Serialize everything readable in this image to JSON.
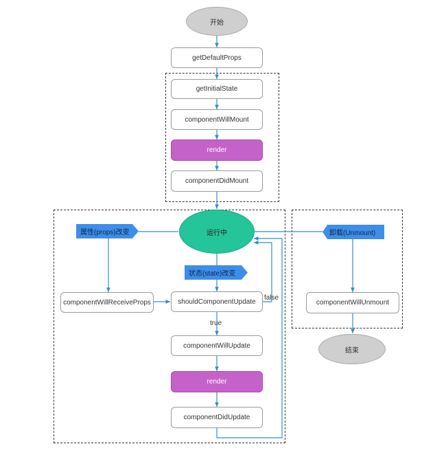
{
  "nodes": {
    "start": "开始",
    "get_default_props": "getDefaultProps",
    "get_initial_state": "getInitialState",
    "component_will_mount": "componentWillMount",
    "render_mount": "render",
    "component_did_mount": "componentDidMount",
    "running": "运行中",
    "props_change": "属性(props)改变",
    "state_change": "状态(state)改变",
    "component_will_receive_props": "componentWillReceiveProps",
    "should_component_update": "shouldComponentUpdate",
    "component_will_update": "componentWillUpdate",
    "render_update": "render",
    "component_did_update": "componentDidUpdate",
    "unmount": "卸载(Unmount)",
    "component_will_unmount": "componentWillUnmount",
    "end": "结束"
  },
  "edge_labels": {
    "true": "true",
    "false": "false"
  },
  "colors": {
    "arrow": "#2f8fc4",
    "render": "#c562c9",
    "running": "#25c59a",
    "tag": "#3d8ee8",
    "terminal": "#cfcfcf"
  }
}
